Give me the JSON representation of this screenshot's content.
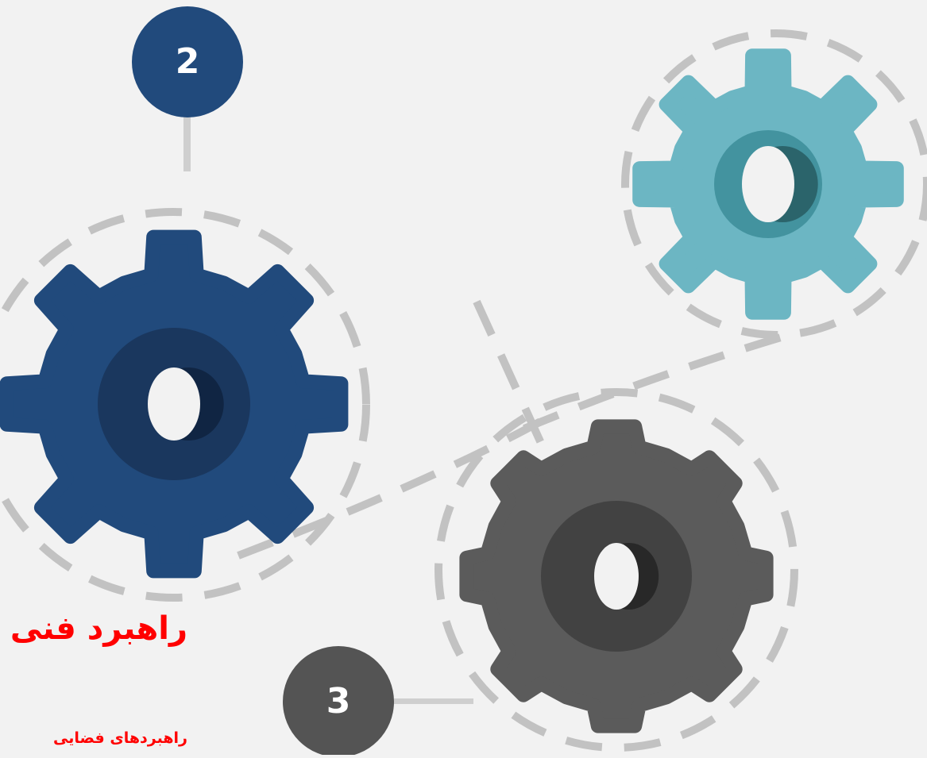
{
  "badges": {
    "two": "2",
    "three": "3"
  },
  "text": {
    "title": "راهبرد فنی",
    "subtitle": "راهبردهای فضایی"
  },
  "colors": {
    "background": "#f2f2f2",
    "navy_gear": "#214a7c",
    "navy_ring": "#1a375e",
    "navy_shadow": "#102543",
    "teal_gear": "#6cb6c3",
    "teal_ring": "#43939f",
    "teal_shadow": "#2b646b",
    "gray_gear": "#5b5b5b",
    "gray_ring": "#424242",
    "gray_shadow": "#282828",
    "dashed_path": "#c2c2c2",
    "badge_two": "#214a7c",
    "badge_three": "#545454",
    "connector": "#cfcfcf",
    "title_red": "#ff0000"
  }
}
